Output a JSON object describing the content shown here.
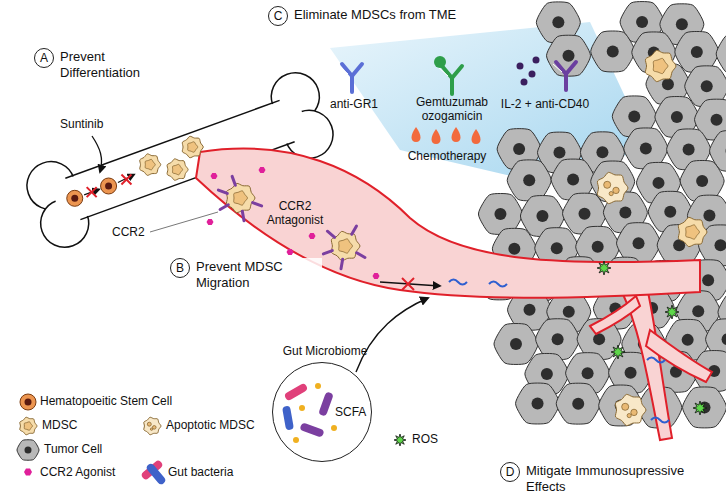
{
  "diagram": {
    "nodes": [
      {
        "text": [
          "A",
          "Prevent Differentiation"
        ]
      },
      {
        "text": [
          "B",
          "Prevent MDSC Migration"
        ]
      },
      {
        "text": [
          "C",
          "Eliminate MDSCs from TME"
        ]
      },
      {
        "text": [
          "D",
          "Mitigate Immunosupressive Effects"
        ]
      },
      {
        "text": [
          "Gut Microbiome",
          "SCFA"
        ]
      }
    ],
    "labels": [
      "Suntinib",
      "CCR2",
      "CCR2 Antagonist",
      "anti-GR1",
      "Gemtuzumab ozogamicin",
      "IL-2 + anti-CD40",
      "Chemotherapy"
    ],
    "legend": [
      {
        "text": "Hematopoeitic Stem Cell"
      },
      {
        "text": "MDSC"
      },
      {
        "text": "Apoptotic MDSC"
      },
      {
        "text": "Tumor Cell"
      },
      {
        "text": "CCR2 Agonist"
      },
      {
        "text": "Gut bacteria"
      },
      {
        "text": "ROS"
      }
    ]
  }
}
